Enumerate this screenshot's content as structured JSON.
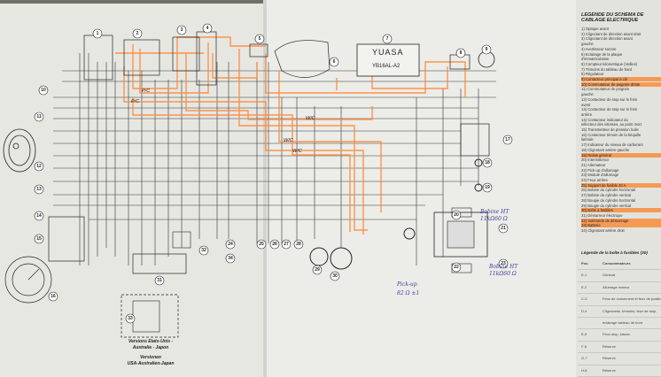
{
  "battery": {
    "brand": "YUASA",
    "model": "YB16AL-A2"
  },
  "diagram_tags": {
    "wire_code_1": "W/C",
    "wire_code_2": "W/C",
    "wire_code_3": "W/C",
    "wire_code_4": "P/C",
    "wire_code_5": "P/C"
  },
  "component_numbers": [
    "1",
    "2",
    "3",
    "4",
    "5",
    "6",
    "7",
    "8",
    "9",
    "10",
    "11",
    "12",
    "13",
    "14",
    "15",
    "16",
    "17",
    "18",
    "19",
    "20",
    "21",
    "22",
    "23",
    "24",
    "25",
    "26",
    "27",
    "28",
    "29",
    "30",
    "31",
    "32",
    "33",
    "34"
  ],
  "versions_box": {
    "line1": "Versions Etats-Unis -",
    "line2": "Australie - Japon",
    "line3": "Versionen",
    "line4": "USA-Australien-Japan"
  },
  "handwritten": {
    "pickup": "Pick-up",
    "pickup_value": "82 Ω ±1",
    "coil1": "Bobine HT",
    "coil1_value": "11kΩ60 Ω",
    "coil2": "Bobine HT",
    "coil2_value": "11kΩ60 Ω"
  },
  "legend": {
    "title_line1": "LEGENDE DU SCHEMA DE",
    "title_line2": "CABLAGE ELECTRIQUE",
    "items": [
      {
        "text": "1) Optique avant",
        "hl": false
      },
      {
        "text": "2) Clignotant de direction avant droit",
        "hl": false
      },
      {
        "text": "3) Clignotant de direction avant",
        "hl": false
      },
      {
        "text": "gauche",
        "hl": false
      },
      {
        "text": "4) Avertisseur sonore",
        "hl": false
      },
      {
        "text": "5) Eclairage de la plaque",
        "hl": false
      },
      {
        "text": "d'immatriculation",
        "hl": false
      },
      {
        "text": "6) Compteur kilometrique (Veilles)",
        "hl": false
      },
      {
        "text": "7) Témoins du tableau de bord",
        "hl": false
      },
      {
        "text": "8) Régulateur",
        "hl": false
      },
      {
        "text": "9) Contacteur principal à clé",
        "hl": true
      },
      {
        "text": "10) Commutateur de poignée droite",
        "hl": true
      },
      {
        "text": "11) Commutateur de poignée",
        "hl": false
      },
      {
        "text": "gauche",
        "hl": false
      },
      {
        "text": "12) Contacteur de stop sur le frein",
        "hl": false
      },
      {
        "text": "avant",
        "hl": false
      },
      {
        "text": "13) Contacteur de stop sur le frein",
        "hl": false
      },
      {
        "text": "arrière",
        "hl": false
      },
      {
        "text": "14) Contacteur indicateur du",
        "hl": false
      },
      {
        "text": "sélecteur des vitesses, au point mort",
        "hl": false
      },
      {
        "text": "15) Transmetteur de pression huile",
        "hl": false
      },
      {
        "text": "16) Contacteur témoin de la béquille",
        "hl": false
      },
      {
        "text": "latérale",
        "hl": false
      },
      {
        "text": "17) Indicateur du niveau de carburant",
        "hl": false
      },
      {
        "text": "18) Clignotant arrière gauche",
        "hl": false
      },
      {
        "text": "19) Relais général",
        "hl": true
      },
      {
        "text": "20) Intermittence",
        "hl": false
      },
      {
        "text": "21) Alternateur",
        "hl": false
      },
      {
        "text": "22) Pick-up d'allumage",
        "hl": false
      },
      {
        "text": "23) Module d'allumage",
        "hl": false
      },
      {
        "text": "24) Feux arrière",
        "hl": false
      },
      {
        "text": "25) Support de fusible 40 A",
        "hl": true
      },
      {
        "text": "26) Bobine du cylindre horizontal",
        "hl": false
      },
      {
        "text": "27) Bobine du cylindre vertical",
        "hl": false
      },
      {
        "text": "28) Bougie du cylindre horizontal",
        "hl": false
      },
      {
        "text": "29) Bougie du cylindre vertical",
        "hl": false
      },
      {
        "text": "30) Boîte à fusibles",
        "hl": true
      },
      {
        "text": "31) Démarreur électrique",
        "hl": false
      },
      {
        "text": "32) Solénoïde de démarrage",
        "hl": true
      },
      {
        "text": "33) Batterie",
        "hl": true
      },
      {
        "text": "34) Clignotant arrière droit",
        "hl": false
      }
    ]
  },
  "fuse_box": {
    "title": "Légende de la boîte à fusibles (30)",
    "header": {
      "pos": "Pos.",
      "name": "Consommateurs"
    },
    "rows": [
      {
        "pos": "E-1",
        "name": "Général"
      },
      {
        "pos": "E-2",
        "name": "Allumage moteur"
      },
      {
        "pos": "C-3",
        "name": "Feux de croisement et feux de position"
      },
      {
        "pos": "D-4",
        "name": "Clignotants, témoins, feux de stop,"
      },
      {
        "pos": "",
        "name": "éclairage tableau de bord"
      },
      {
        "pos": "E-5",
        "name": "Feux stop, klaxon"
      },
      {
        "pos": "F-6",
        "name": "Réserve"
      },
      {
        "pos": "G-7",
        "name": "Réserve"
      },
      {
        "pos": "H-8",
        "name": "Réserve"
      }
    ]
  }
}
